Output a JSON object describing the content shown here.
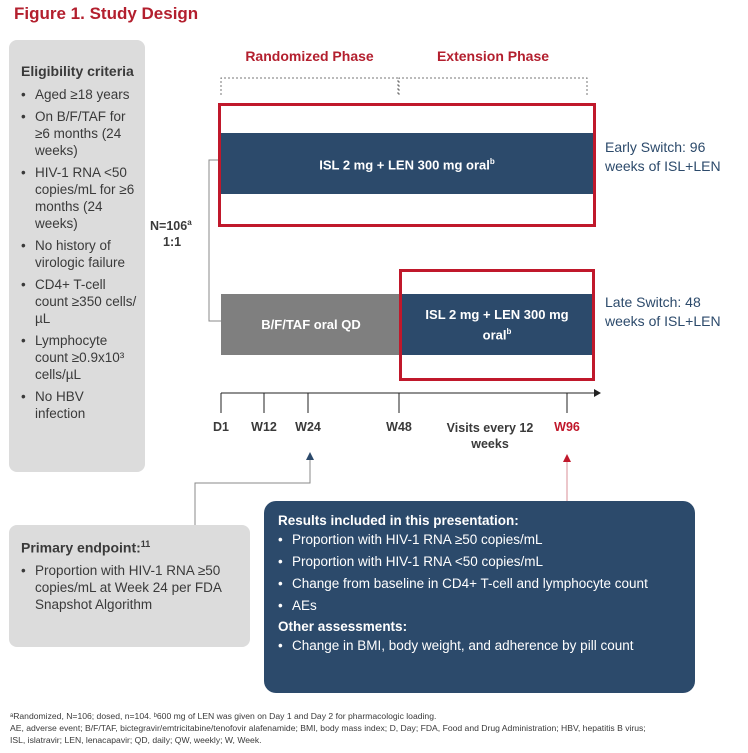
{
  "figure_title": "Figure 1. Study Design",
  "eligibility": {
    "title": "Eligibility criteria",
    "items": [
      "Aged ≥18 years",
      "On B/F/TAF for ≥6 months (24 weeks)",
      "HIV-1 RNA <50 copies/mL for ≥6 months (24 weeks)",
      "No history of virologic failure",
      "CD4+ T-cell count ≥350 cells/µL",
      "Lymphocyte count ≥0.9x10³ cells/µL",
      "No HBV infection"
    ]
  },
  "phases": {
    "randomized": "Randomized Phase",
    "extension": "Extension Phase"
  },
  "randomization": {
    "n_label": "N=106",
    "n_sup": "a",
    "ratio": "1:1"
  },
  "arms": {
    "early_bar": "ISL 2 mg + LEN 300 mg oral",
    "early_bar_sup": "b",
    "early_label": "Early Switch: 96 weeks of ISL+LEN",
    "late_grey_bar": "B/F/TAF oral QD",
    "late_navy_bar": "ISL 2 mg + LEN 300 mg oral",
    "late_navy_bar_sup": "b",
    "late_label": "Late Switch: 48 weeks of ISL+LEN"
  },
  "timeline": {
    "ticks": [
      "D1",
      "W12",
      "W24",
      "W48"
    ],
    "visits": "Visits every 12 weeks",
    "end": "W96"
  },
  "primary_endpoint": {
    "title": "Primary endpoint:",
    "ref": "11",
    "item": "Proportion with HIV-1 RNA ≥50 copies/mL at Week 24 per FDA Snapshot Algorithm"
  },
  "results": {
    "title": "Results included in this presentation:",
    "items": [
      "Proportion with HIV-1 RNA ≥50 copies/mL",
      "Proportion with HIV-1 RNA <50 copies/mL",
      "Change from baseline in CD4+ T-cell and lymphocyte count",
      "AEs"
    ],
    "other_title": "Other assessments:",
    "other_items": [
      "Change in BMI, body weight, and adherence by pill count"
    ]
  },
  "footnotes": [
    "ᵃRandomized, N=106; dosed, n=104. ᵇ600 mg of LEN was given on Day 1 and Day 2 for pharmacologic loading.",
    "AE, adverse event; B/F/TAF, bictegravir/emtricitabine/tenofovir alafenamide; BMI, body mass index; D, Day; FDA, Food and Drug Administration; HBV, hepatitis B virus;",
    "ISL, islatravir; LEN, lenacapavir; QD, daily; QW, weekly; W, Week."
  ],
  "colors": {
    "accent_red": "#b31f2e",
    "navy": "#2c4a6b",
    "grey_bar": "#7f7f7f",
    "panel_grey": "#dcdcdc"
  }
}
